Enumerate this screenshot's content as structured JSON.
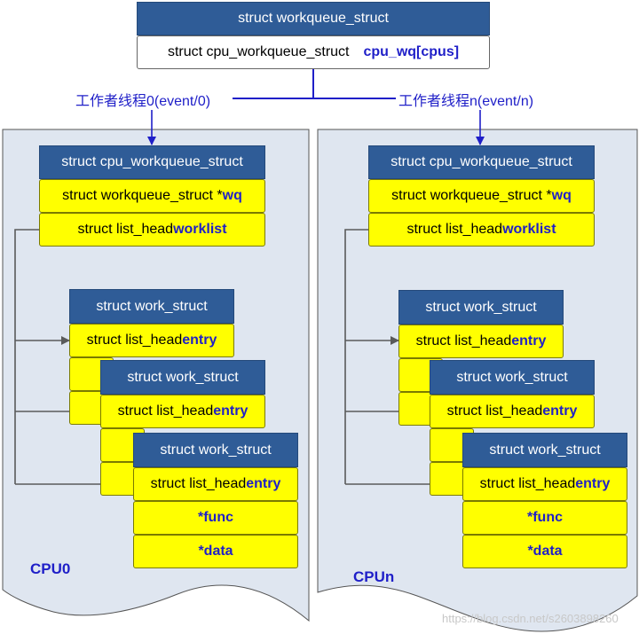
{
  "workqueue": {
    "header": "struct workqueue_struct",
    "field_prefix": "struct cpu_workqueue_struct",
    "field_name": "cpu_wq[cpus]"
  },
  "threads": [
    {
      "label": "工作者线程0(event/0)"
    },
    {
      "label": "工作者线程n(event/n)"
    }
  ],
  "cpus": [
    {
      "name": "CPU0",
      "cwq_header": "struct cpu_workqueue_struct",
      "wq_field_prefix": "struct workqueue_struct *",
      "wq_field_name": "wq",
      "worklist_prefix": "struct list_head ",
      "worklist_name": "worklist",
      "works": [
        {
          "header": "struct work_struct",
          "entry_prefix": "struct list_head ",
          "entry_name": "entry"
        },
        {
          "header": "struct work_struct",
          "entry_prefix": "struct list_head ",
          "entry_name": "entry"
        },
        {
          "header": "struct work_struct",
          "entry_prefix": "struct list_head ",
          "entry_name": "entry",
          "func": "*func",
          "data": "*data"
        }
      ]
    },
    {
      "name": "CPUn",
      "cwq_header": "struct cpu_workqueue_struct",
      "wq_field_prefix": "struct workqueue_struct *",
      "wq_field_name": "wq",
      "worklist_prefix": "struct list_head ",
      "worklist_name": "worklist",
      "works": [
        {
          "header": "struct work_struct",
          "entry_prefix": "struct list_head ",
          "entry_name": "entry"
        },
        {
          "header": "struct work_struct",
          "entry_prefix": "struct list_head ",
          "entry_name": "entry"
        },
        {
          "header": "struct work_struct",
          "entry_prefix": "struct list_head ",
          "entry_name": "entry",
          "func": "*func",
          "data": "*data"
        }
      ]
    }
  ],
  "watermark": "https://blog.csdn.net/s2603898260"
}
